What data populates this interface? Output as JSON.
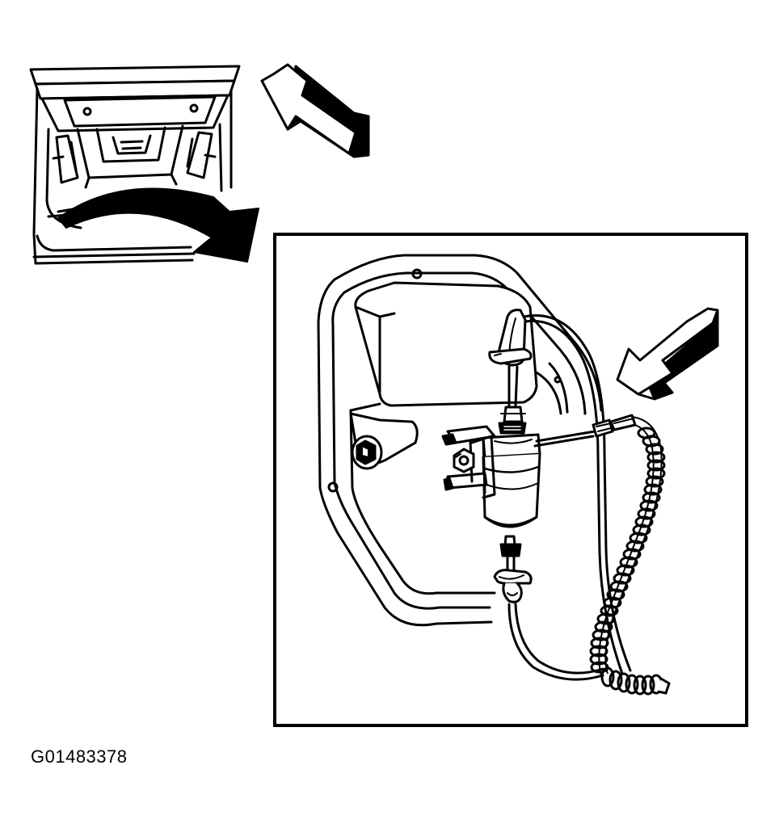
{
  "figure": {
    "id_label": "G01483378"
  },
  "colors": {
    "ink": "#000000",
    "paper": "#ffffff"
  },
  "icons": {
    "overview": "vehicle-rear-tailgate-open",
    "pointer_upper": "pointer-arrow-icon",
    "pointer_detail": "pointer-arrow-icon",
    "transition": "curved-arrow-icon",
    "component": "solenoid-valve-with-coiled-hose"
  }
}
